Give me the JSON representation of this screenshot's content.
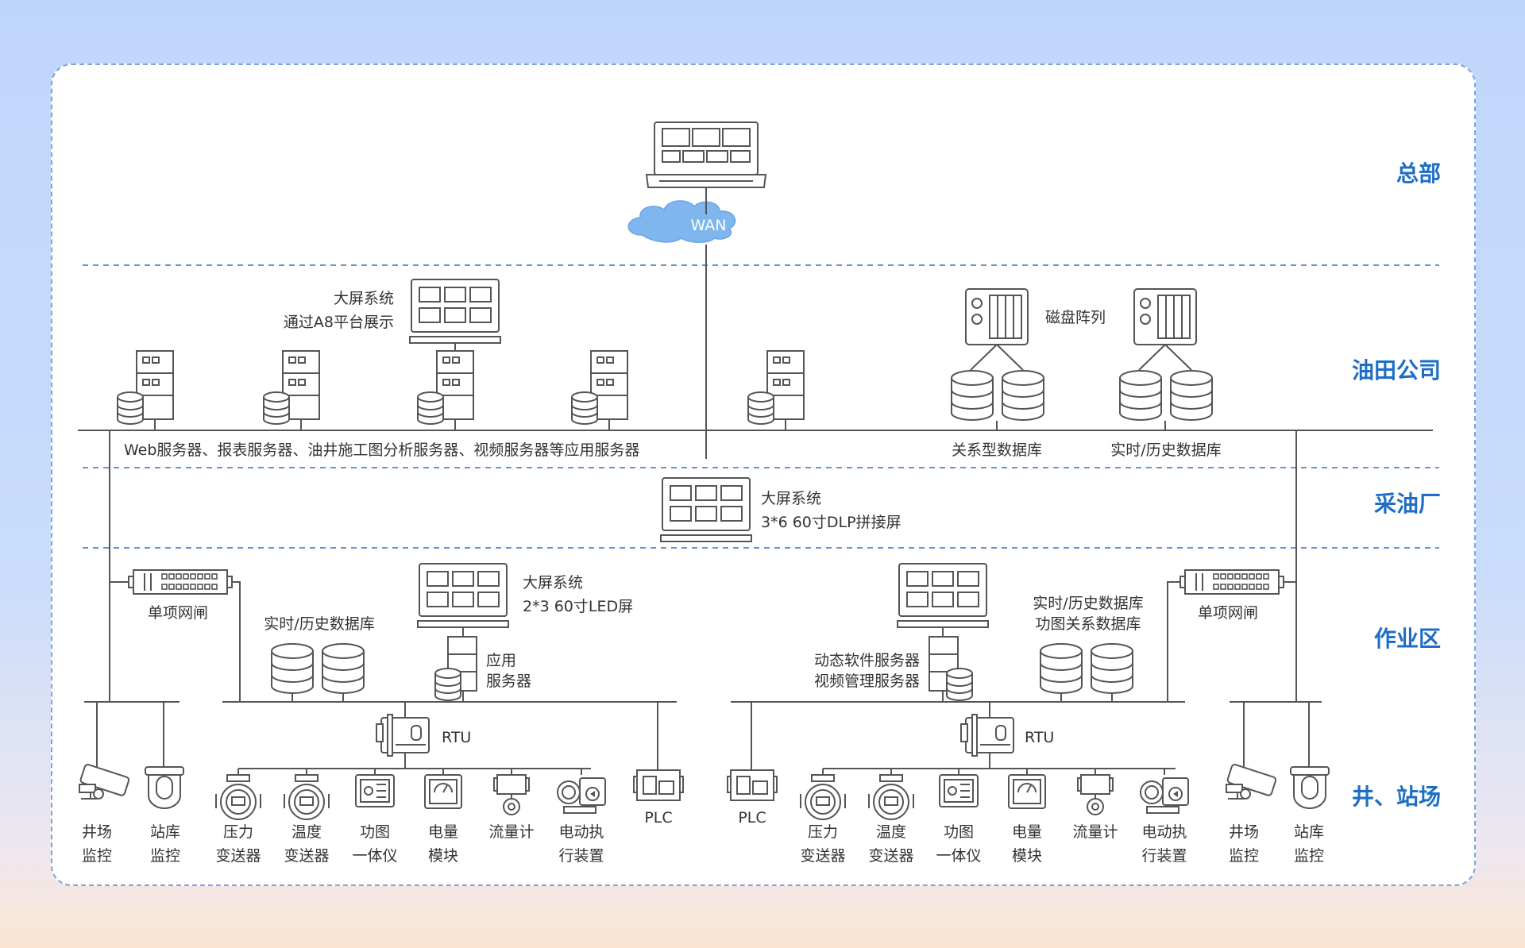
{
  "levels": {
    "hq": "总部",
    "oilfield": "油田公司",
    "plant": "采油厂",
    "work_area": "作业区",
    "well_station": "井、站场"
  },
  "cloud": {
    "label": "WAN"
  },
  "oilfield": {
    "big_screen_line1": "大屏系统",
    "big_screen_line2": "通过A8平台展示",
    "disk_array": "磁盘阵列",
    "app_servers": "Web服务器、报表服务器、油井施工图分析服务器、视频服务器等应用服务器",
    "relational_db": "关系型数据库",
    "realtime_db": "实时/历史数据库"
  },
  "plant": {
    "big_screen_line1": "大屏系统",
    "big_screen_line2": "3*6 60寸DLP拼接屏"
  },
  "work_area": {
    "left_gateway": "单项网闸",
    "left_db": "实时/历史数据库",
    "left_screen_line1": "大屏系统",
    "left_screen_line2": "2*3 60寸LED屏",
    "left_app_line1": "应用",
    "left_app_line2": "服务器",
    "right_server_line1": "动态软件服务器",
    "right_server_line2": "视频管理服务器",
    "right_db_line1": "实时/历史数据库",
    "right_db_line2": "功图关系数据库",
    "right_gateway": "单项网闸"
  },
  "rtu": "RTU",
  "plc": "PLC",
  "devices_left": [
    {
      "l1": "井场",
      "l2": "监控"
    },
    {
      "l1": "站库",
      "l2": "监控"
    },
    {
      "l1": "压力",
      "l2": "变送器"
    },
    {
      "l1": "温度",
      "l2": "变送器"
    },
    {
      "l1": "功图",
      "l2": "一体仪"
    },
    {
      "l1": "电量",
      "l2": "模块"
    },
    {
      "l1": "流量计",
      "l2": ""
    },
    {
      "l1": "电动执",
      "l2": "行装置"
    }
  ],
  "devices_right": [
    {
      "l1": "压力",
      "l2": "变送器"
    },
    {
      "l1": "温度",
      "l2": "变送器"
    },
    {
      "l1": "功图",
      "l2": "一体仪"
    },
    {
      "l1": "电量",
      "l2": "模块"
    },
    {
      "l1": "流量计",
      "l2": ""
    },
    {
      "l1": "电动执",
      "l2": "行装置"
    },
    {
      "l1": "井场",
      "l2": "监控"
    },
    {
      "l1": "站库",
      "l2": "监控"
    }
  ]
}
